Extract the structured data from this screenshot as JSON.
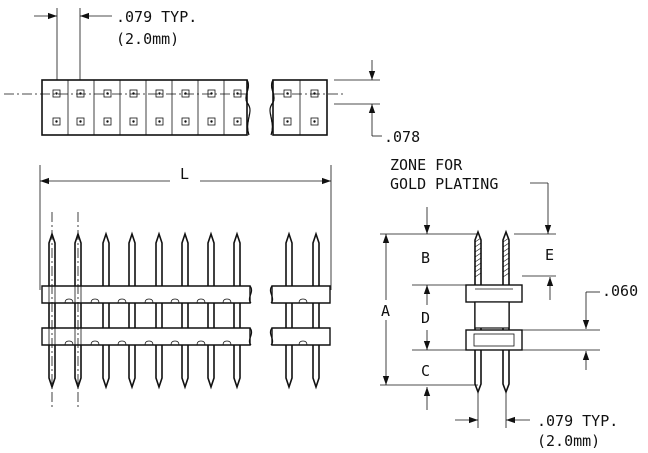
{
  "top_view": {
    "pitch_dimension": ".079 TYP.",
    "pitch_metric": "(2.0mm)",
    "row_dimension": ".078"
  },
  "front_view": {
    "length_label": "L"
  },
  "side_view": {
    "zone_line1": "ZONE FOR",
    "zone_line2": "GOLD PLATING",
    "label_a": "A",
    "label_b": "B",
    "label_c": "C",
    "label_d": "D",
    "label_e": "E",
    "housing_dimension": ".060",
    "pitch_dimension": ".079 TYP.",
    "pitch_metric": "(2.0mm)"
  }
}
